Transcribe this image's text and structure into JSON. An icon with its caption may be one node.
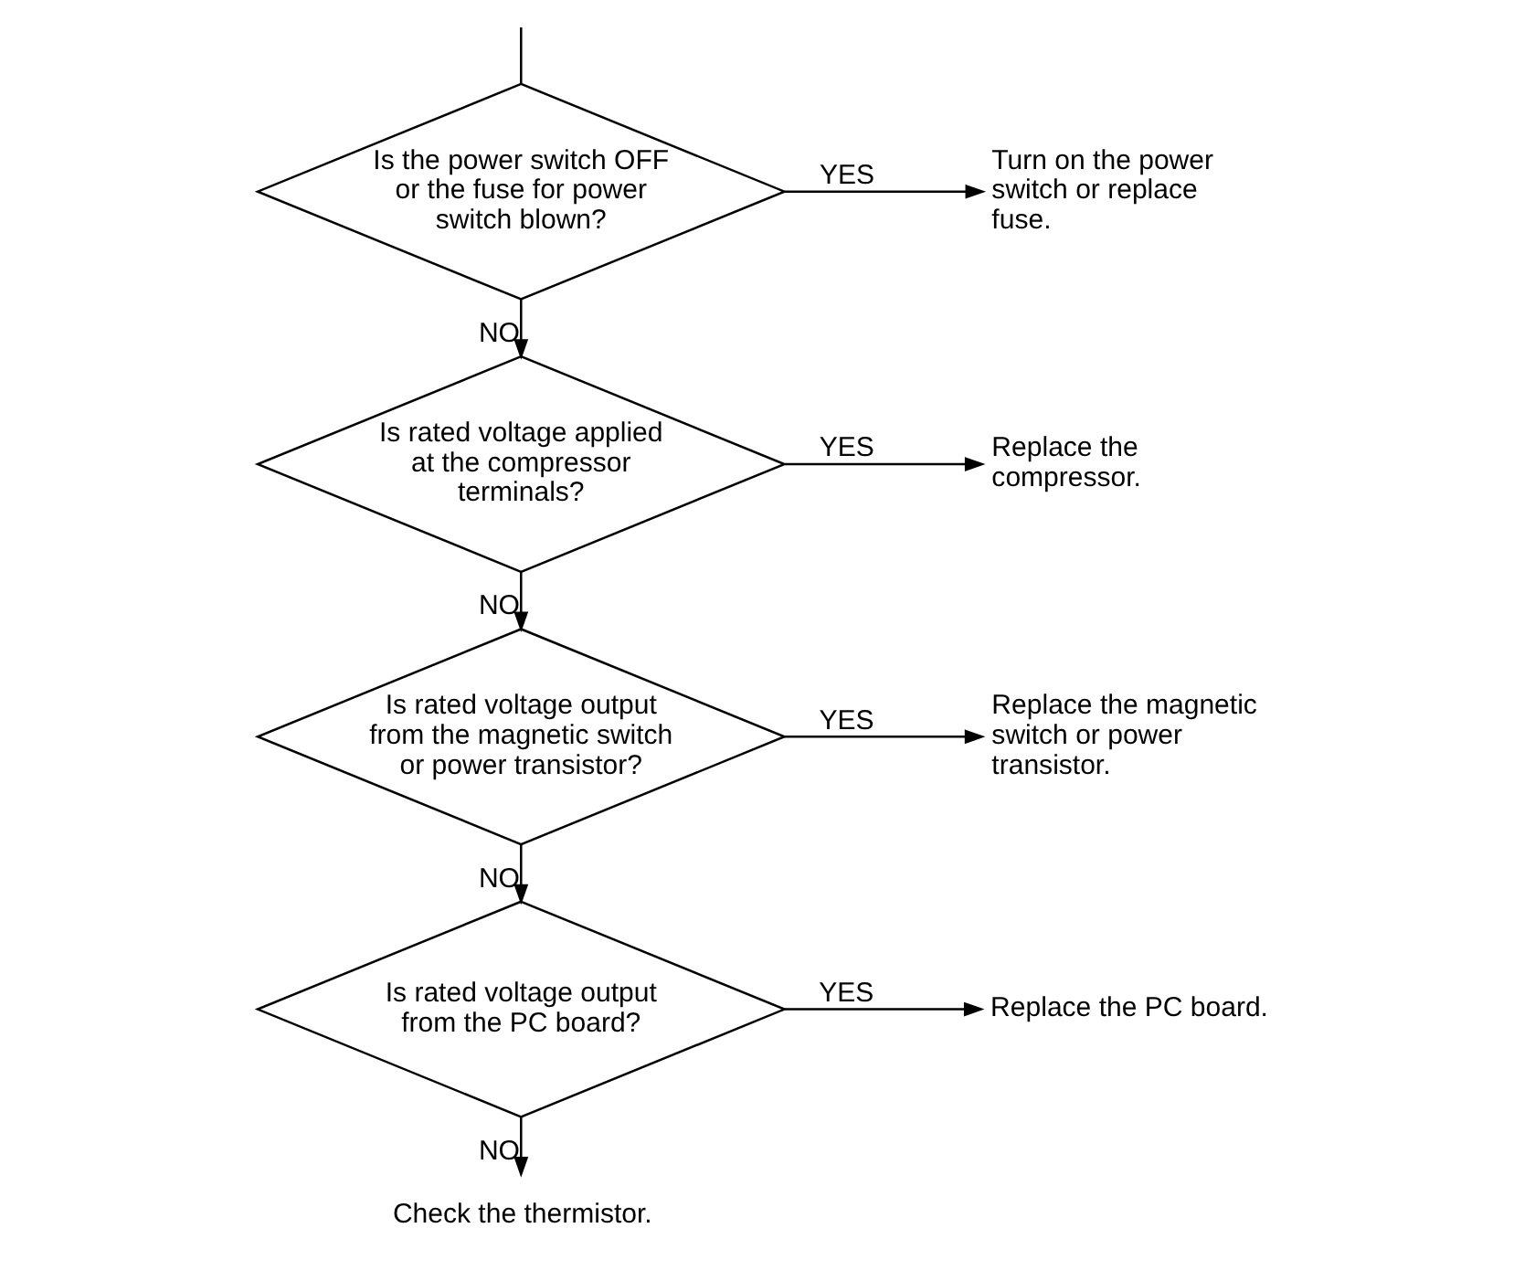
{
  "diagram": {
    "nodes": [
      {
        "text": [
          "Is the power switch OFF or the fuse for power switch blown?"
        ]
      },
      {
        "text": [
          "Turn on the power switch or replace fuse."
        ]
      },
      {
        "text": [
          "Is rated voltage applied at the compressor terminals?"
        ]
      },
      {
        "text": [
          "Replace the compressor."
        ]
      },
      {
        "text": [
          "Is rated voltage output from the magnetic switch or power transistor?"
        ]
      },
      {
        "text": [
          "Replace the magnetic switch or power transistor."
        ]
      },
      {
        "text": [
          "Is rated voltage output from the PC board?"
        ]
      },
      {
        "text": [
          "Replace the PC board."
        ]
      },
      {
        "text": [
          "Check the thermistor."
        ]
      }
    ],
    "edges": [
      {
        "from": null,
        "to": 0,
        "arrow": "none"
      },
      {
        "from": 0,
        "to": 1,
        "arrow": "to",
        "label": "YES"
      },
      {
        "from": 0,
        "to": 2,
        "arrow": "to",
        "label": "NO"
      },
      {
        "from": 2,
        "to": 3,
        "arrow": "to",
        "label": "YES"
      },
      {
        "from": 2,
        "to": 4,
        "arrow": "to",
        "label": "NO"
      },
      {
        "from": 4,
        "to": 5,
        "arrow": "to",
        "label": "YES"
      },
      {
        "from": 4,
        "to": 6,
        "arrow": "to",
        "label": "NO"
      },
      {
        "from": 6,
        "to": 7,
        "arrow": "to",
        "label": "YES"
      },
      {
        "from": 6,
        "to": 8,
        "arrow": "to",
        "label": "NO"
      }
    ]
  }
}
